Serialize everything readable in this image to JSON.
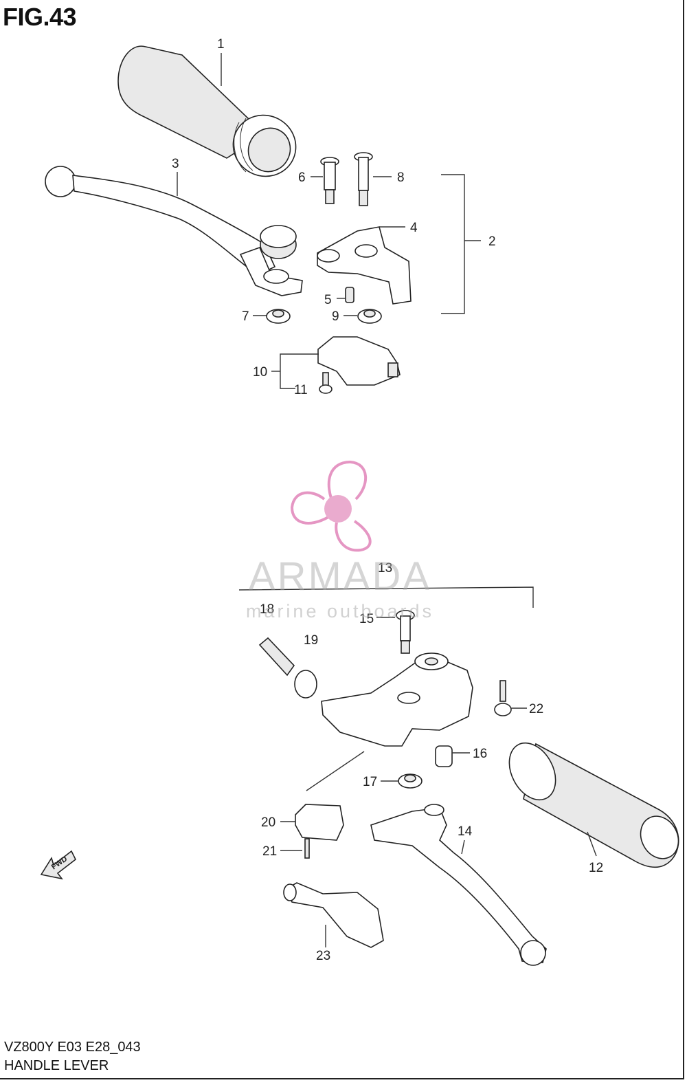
{
  "figure": {
    "title": "FIG.43",
    "code": "VZ800Y E03 E28_043",
    "name": "HANDLE LEVER"
  },
  "callouts": [
    "1",
    "2",
    "3",
    "4",
    "5",
    "6",
    "7",
    "8",
    "9",
    "10",
    "11",
    "12",
    "13",
    "14",
    "15",
    "16",
    "17",
    "18",
    "19",
    "20",
    "21",
    "22",
    "23"
  ],
  "fwd_label": "FWD",
  "watermark": {
    "brand": "ARMADA",
    "tagline": "marine outboards",
    "color": "#e38bbd"
  }
}
